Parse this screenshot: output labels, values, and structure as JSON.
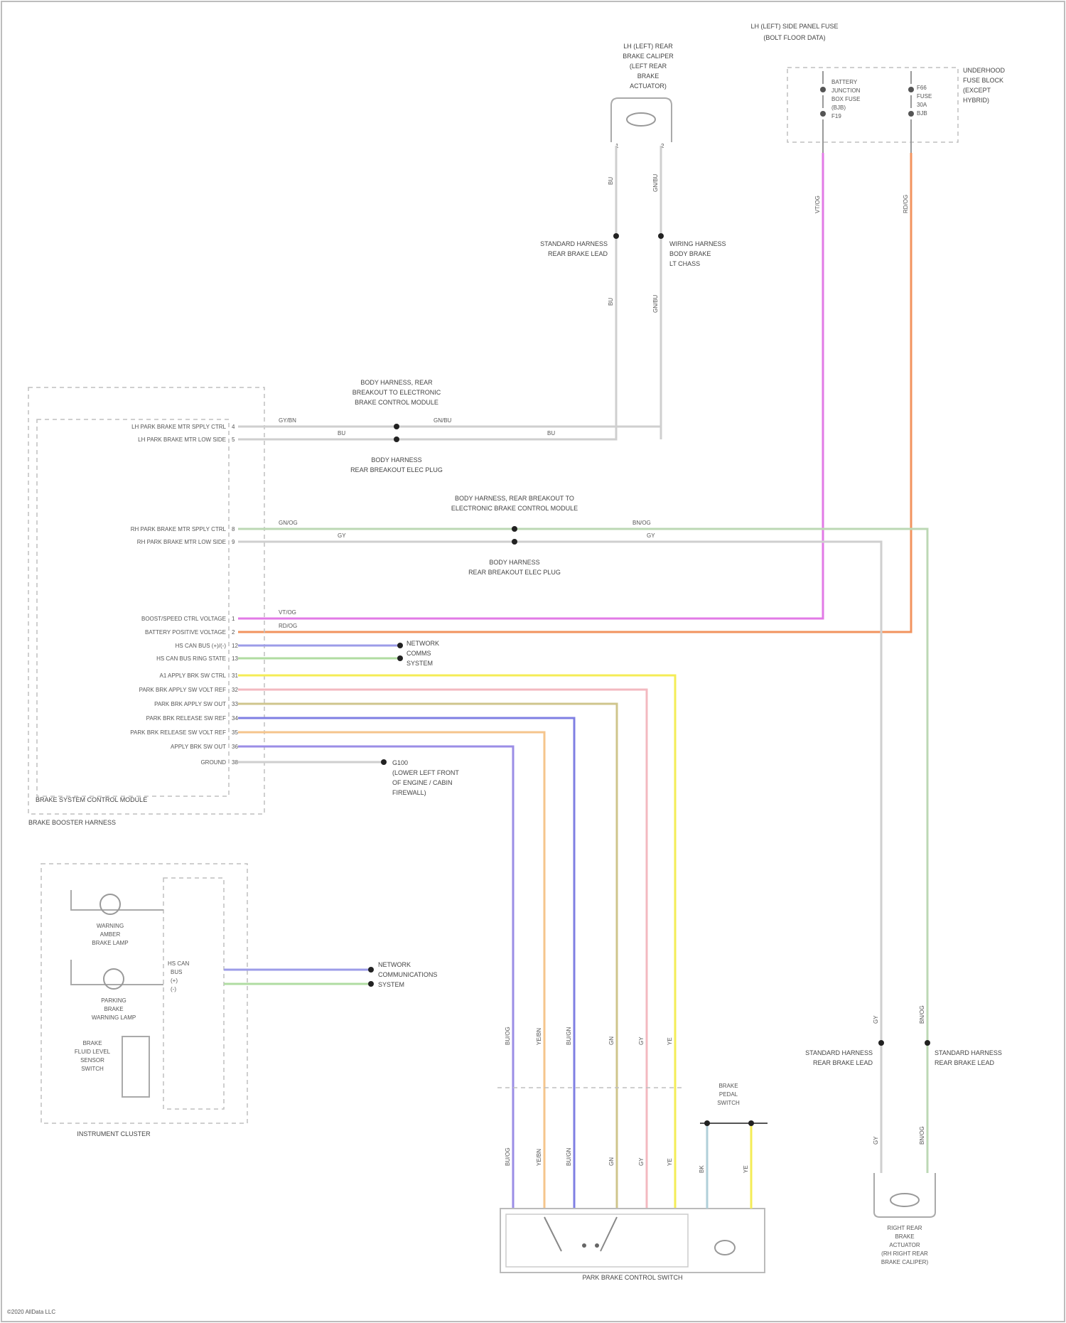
{
  "diagram": {
    "copyright": "©2020 AllData LLC",
    "colors": {
      "pink": "#e27ae6",
      "orange": "#f2935e",
      "violet": "#9c9ce8",
      "yellow": "#f4ec56",
      "lightpink": "#f3b9c0",
      "tan": "#cfc58c",
      "blue": "#7f7fe3",
      "lightorange": "#f5c58c",
      "purple": "#9b8de6",
      "green": "#b0dca2",
      "gray": "#cfcfcf"
    }
  },
  "components": {
    "lf_actuator": {
      "title_lines": [
        "LH (LEFT) REAR",
        "BRAKE CALIPER",
        "(LEFT REAR",
        "BRAKE",
        "ACTUATOR)"
      ],
      "pins": [
        "1",
        "2"
      ]
    },
    "fuse_box": {
      "top_label_a": "LH (LEFT) SIDE PANEL FUSE",
      "top_label_b": "(BOLT FLOOR DATA)",
      "left_fuse": [
        "BATTERY",
        "JUNCTION",
        "BOX FUSE",
        "(BJB)",
        "F19"
      ],
      "right_fuse": [
        "F66",
        "FUSE",
        "30A",
        "BJB"
      ],
      "side_note": [
        "UNDERHOOD",
        "FUSE BLOCK",
        "(EXCEPT",
        "HYBRID)"
      ]
    },
    "bcm": {
      "title": "BRAKE SYSTEM CONTROL MODULE",
      "subtitle": "BRAKE BOOSTER HARNESS"
    },
    "cluster": {
      "title": "INSTRUMENT CLUSTER",
      "lamp1": [
        "WARNING",
        "AMBER",
        "BRAKE LAMP"
      ],
      "lamp2": [
        "PARKING",
        "BRAKE",
        "WARNING LAMP"
      ],
      "switch_label": [
        "BRAKE",
        "FLUID LEVEL",
        "SENSOR",
        "SWITCH"
      ],
      "inner_label": [
        "HS CAN",
        "BUS",
        "(+)",
        "(-)"
      ],
      "can_note": [
        "NETWORK",
        "COMMUNICATIONS",
        "SYSTEM"
      ]
    },
    "park_switch": {
      "title": "PARK BRAKE CONTROL SWITCH"
    },
    "ground_switch": {
      "label": [
        "BRAKE",
        "PEDAL",
        "SWITCH"
      ]
    },
    "rr_actuator": {
      "title_lines": [
        "RIGHT REAR",
        "BRAKE",
        "ACTUATOR",
        "(RH RIGHT REAR",
        "BRAKE CALIPER)"
      ]
    }
  },
  "bcm_pins": [
    {
      "label": "LH PARK BRAKE MTR SPPLY CTRL",
      "pin": "4"
    },
    {
      "label": "LH PARK BRAKE MTR LOW SIDE",
      "pin": "5"
    },
    {
      "label": "RH PARK BRAKE MTR SPPLY CTRL",
      "pin": "8"
    },
    {
      "label": "RH PARK BRAKE MTR LOW SIDE",
      "pin": "9"
    },
    {
      "label": "BOOST/SPEED CTRL VOLTAGE",
      "pin": "1"
    },
    {
      "label": "BATTERY POSITIVE VOLTAGE",
      "pin": "2"
    },
    {
      "label": "HS CAN BUS (+)/(-)",
      "pin": "12"
    },
    {
      "label": "HS CAN BUS RING STATE",
      "pin": "13"
    },
    {
      "label": "A1 APPLY BRK SW CTRL",
      "pin": "31"
    },
    {
      "label": "PARK BRK APPLY SW VOLT REF",
      "pin": "32"
    },
    {
      "label": "PARK BRK APPLY SW OUT",
      "pin": "33"
    },
    {
      "label": "PARK BRK RELEASE SW REF",
      "pin": "34"
    },
    {
      "label": "PARK BRK RELEASE SW VOLT REF",
      "pin": "35"
    },
    {
      "label": "APPLY BRK SW OUT",
      "pin": "36"
    },
    {
      "label": "GROUND",
      "pin": "38"
    }
  ],
  "splices": [
    {
      "id": "LH1",
      "lines": [
        "STANDARD HARNESS",
        "REAR BRAKE LEAD"
      ]
    },
    {
      "id": "LH2",
      "lines": [
        "WIRING HARNESS",
        "BODY BRAKE",
        "LT CHASS"
      ]
    },
    {
      "id": "C1",
      "lines": [
        "BODY HARNESS, REAR",
        "BREAKOUT TO ELECTRONIC",
        "BRAKE CONTROL MODULE"
      ]
    },
    {
      "id": "C2",
      "lines": [
        "BODY HARNESS",
        "REAR BREAKOUT ELEC PLUG"
      ]
    },
    {
      "id": "C3",
      "lines": [
        "BODY HARNESS, REAR BREAKOUT TO",
        "ELECTRONIC BRAKE CONTROL MODULE"
      ]
    },
    {
      "id": "C4",
      "lines": [
        "BODY HARNESS",
        "REAR BREAKOUT ELEC PLUG"
      ]
    },
    {
      "id": "N1",
      "lines": [
        "NETWORK",
        "COMMS",
        "SYSTEM"
      ]
    },
    {
      "id": "G1",
      "lines": [
        "G100",
        "(LOWER LEFT FRONT",
        "OF ENGINE / CABIN",
        "FIREWALL)"
      ]
    },
    {
      "id": "RR1",
      "lines": [
        "STANDARD HARNESS",
        "REAR BRAKE LEAD"
      ]
    },
    {
      "id": "RR2",
      "lines": [
        "STANDARD HARNESS",
        "REAR BRAKE LEAD"
      ]
    }
  ],
  "wire_codes": {
    "lh_supply": [
      "GY/BN",
      "GN/BU"
    ],
    "lh_low": [
      "BU",
      "BU"
    ],
    "rh_supply": [
      "GN/OG",
      "BN/OG"
    ],
    "rh_low": [
      "GY",
      "GY"
    ],
    "pink": "VT/OG",
    "orange": "RD/OG",
    "vertical_lh": [
      "BU",
      "GN/BU"
    ],
    "vertical_pink": "VT/OG",
    "vertical_orange": "RD/OG",
    "switch_wires": [
      "BU/OG",
      "YE/BN",
      "BU/GN",
      "GN",
      "GY",
      "YE"
    ],
    "rr_wires": [
      "GY",
      "BN/OG"
    ],
    "ground_pair": [
      "BK",
      "YE"
    ]
  }
}
